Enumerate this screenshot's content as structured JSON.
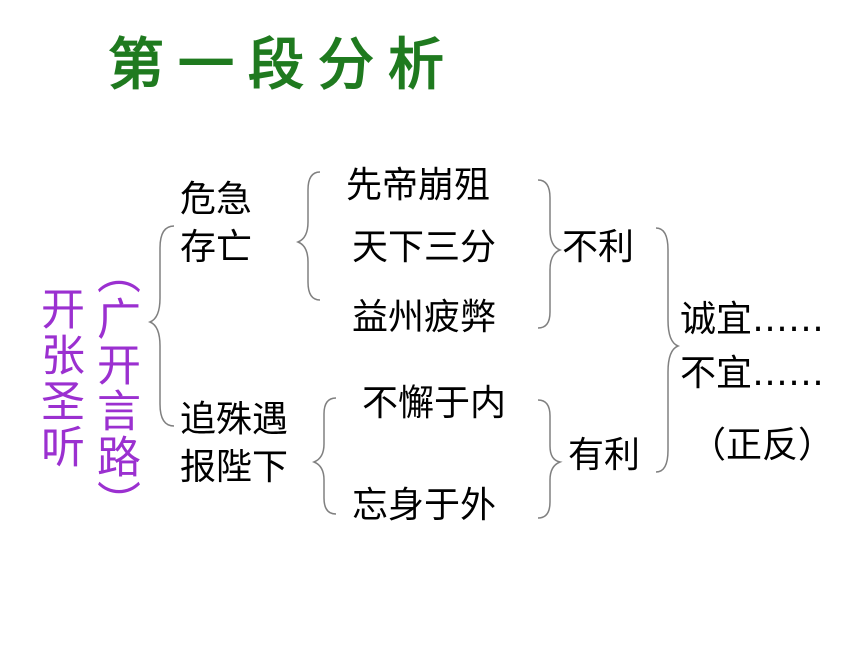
{
  "colors": {
    "title": "#1f7a1f",
    "purple": "#9b30d0",
    "text": "#000000",
    "brace": "#808080"
  },
  "title": "第一段分析",
  "left": {
    "main": "开张圣听",
    "paren": "（广开言路）"
  },
  "branch1": {
    "label_line1": "危急",
    "label_line2": "存亡",
    "items": [
      "先帝崩殂",
      "天下三分",
      "益州疲弊"
    ],
    "result": "不利"
  },
  "branch2": {
    "label_line1": "追殊遇",
    "label_line2": "报陛下",
    "items": [
      "不懈于内",
      "忘身于外"
    ],
    "result": "有利"
  },
  "conclusion": {
    "line1": "诚宜……",
    "line2": "不宜……",
    "note": "（正反）"
  }
}
